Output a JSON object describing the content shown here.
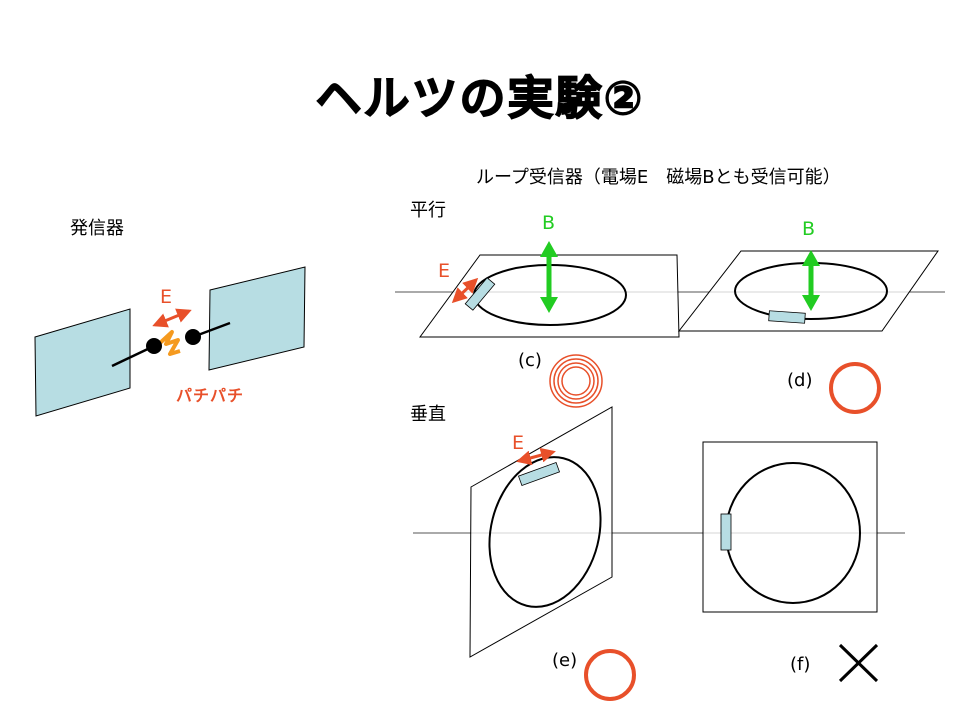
{
  "title": "ヘルツの実験②",
  "transmitter": {
    "label": "発信器",
    "e_label": "E",
    "spark_label": "パチパチ"
  },
  "receiver": {
    "heading": "ループ受信器（電場E　磁場Bとも受信可能）",
    "parallel_label": "平行",
    "perpendicular_label": "垂直"
  },
  "panels": {
    "c": {
      "label": "(c)",
      "b_label": "B",
      "e_label": "E",
      "result": "received-strong"
    },
    "d": {
      "label": "(d)",
      "b_label": "B",
      "result": "received"
    },
    "e": {
      "label": "(e)",
      "e_label": "E",
      "result": "received"
    },
    "f": {
      "label": "(f)",
      "result": "not-received"
    }
  },
  "colors": {
    "plate_fill": "#b7dde3",
    "arrow_green": "#22cc22",
    "arrow_red": "#e8502a",
    "spark_orange": "#f59a1f",
    "outline": "#000000"
  }
}
